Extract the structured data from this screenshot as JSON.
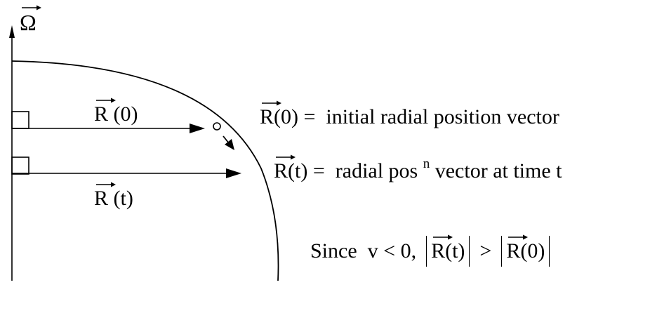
{
  "symbols": {
    "omega": "Ω",
    "R": "R"
  },
  "labels": {
    "r0_arg": "(0)",
    "rt_arg": "(t)"
  },
  "legend": {
    "line1_arg": "(0)",
    "line1_text": "=  initial radial position vector",
    "line2_arg": "(t)",
    "line2_text_a": "=  radial pos",
    "line2_sup": "n",
    "line2_text_b": " vector at time t",
    "line3_prefix": "Since  v < 0,",
    "line3_lhs_arg": "(t)",
    "line3_op": ">",
    "line3_rhs_arg": "(0)"
  }
}
